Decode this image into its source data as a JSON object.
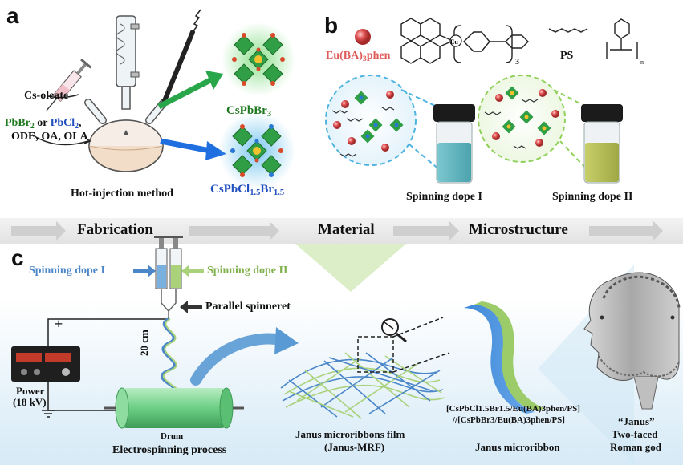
{
  "panels": {
    "a": {
      "letter": "a",
      "cs_oleate": "Cs-oleate",
      "reagents_line1_a": "PbBr",
      "reagents_line1_a_sub": "2",
      "reagents_line1_or": " or ",
      "reagents_line1_b": "PbCl",
      "reagents_line1_b_sub": "2",
      "reagents_line1_comma": ",",
      "reagents_line2": "ODE, OA, OLA",
      "method": "Hot-injection method",
      "product1_main": "CsPbBr",
      "product1_sub": "3",
      "product2_a": "CsPbCl",
      "product2_sub1": "1.5",
      "product2_b": "Br",
      "product2_sub2": "1.5"
    },
    "b": {
      "letter": "b",
      "eu_label_a": "Eu(BA)",
      "eu_label_sub": "3",
      "eu_label_b": "phen",
      "complex_subscript": "3",
      "eu_atom": "Eu",
      "ps_label": "PS",
      "ps_n": "n",
      "dope1": "Spinning dope I",
      "dope2": "Spinning dope II"
    },
    "flow": {
      "step1": "Fabrication",
      "step2": "Material",
      "step3": "Microstructure"
    },
    "c": {
      "letter": "c",
      "dope1": "Spinning dope I",
      "dope2": "Spinning dope II",
      "spinneret": "Parallel  spinneret",
      "plus": "+",
      "power_line1": "Power",
      "power_line2": "(18 kV)",
      "distance": "20 cm",
      "drum": "Drum",
      "process": "Electrospinning process",
      "film_line1": "Janus microribbons film",
      "film_line2": "(Janus-MRF)",
      "formula_line1": "[CsPbCl1.5Br1.5/Eu(BA)3phen/PS]",
      "formula_line2": "//[CsPbBr3/Eu(BA)3phen/PS]",
      "ribbon": "Janus microribbon",
      "janus_line1": "“Janus”",
      "janus_line2": "Two-faced",
      "janus_line3": "Roman god"
    }
  },
  "colors": {
    "green_text": "#1f7a1f",
    "blue_text": "#1f4fbf",
    "eu_red": "#e05a5a",
    "dope_blue_text": "#4a86c8",
    "dope_green_text": "#7fb04a",
    "green_arrow": "#2aa64a",
    "blue_arrow": "#1f6fe0"
  }
}
